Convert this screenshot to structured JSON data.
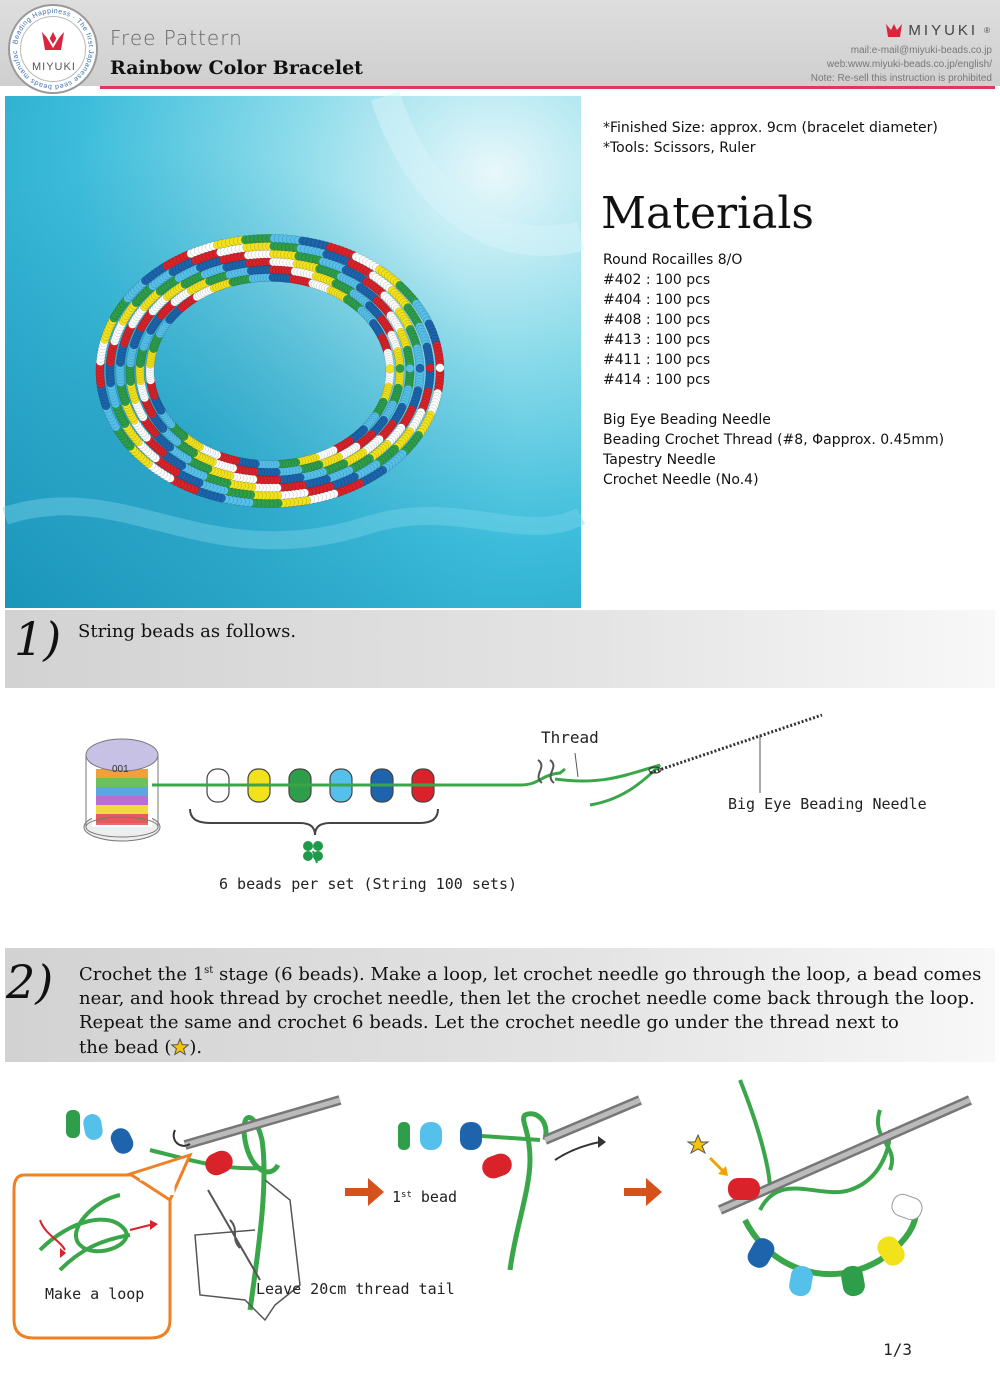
{
  "header": {
    "logo_text": "MIYUKI",
    "seal_ring_text": "Beading Happiness · The first Japanese seed beads manufacturer",
    "series": "Free Pattern",
    "title": "Rainbow Color Bracelet",
    "brand": "MIYUKI",
    "brand_mark": "®",
    "mail": "mail:e-mail@miyuki-beads.co.jp",
    "web": "web:www.miyuki-beads.co.jp/english/",
    "note": "Note: Re-sell this instruction is prohibited"
  },
  "specs": {
    "finished_size": "*Finished Size: approx. 9cm (bracelet diameter)",
    "tools": "*Tools: Scissors, Ruler"
  },
  "materials": {
    "heading": "Materials",
    "bead_type": "Round Rocailles 8/O",
    "beads": [
      "#402 : 100 pcs",
      "#404 : 100 pcs",
      "#408 : 100 pcs",
      "#413 : 100 pcs",
      "#411 : 100 pcs",
      "#414 : 100 pcs"
    ],
    "other": [
      "Big Eye Beading Needle",
      "Beading Crochet Thread (#8, Φapprox. 0.45mm)",
      "Tapestry Needle",
      "Crochet Needle (No.4)"
    ]
  },
  "step1": {
    "number": "1)",
    "text": "String beads as follows.",
    "spool_label": "001",
    "thread_label": "Thread",
    "needle_label": "Big Eye Beading Needle",
    "set_label": "6 beads per set (String 100 sets)",
    "bead_colors": [
      "#ffffff",
      "#f2e21b",
      "#2e9e4a",
      "#55c0ea",
      "#1d64ad",
      "#d9222a"
    ]
  },
  "step2": {
    "number": "2)",
    "line1_pre": "Crochet the 1",
    "line1_sup": "st",
    "line1_post": " stage (6 beads). Make a loop, let crochet needle go through the loop, a bead comes",
    "line2": "near, and hook thread by crochet needle, then let the crochet needle come back through the loop.",
    "line3": "Repeat the same and crochet 6 beads. Let the crochet needle go under the thread next to",
    "line4_pre": "the bead (",
    "line4_post": ").",
    "loop_label": "Make a loop",
    "tail_label": "Leave 20cm thread tail",
    "first_bead_sup": "st",
    "first_bead_pre": "1",
    "first_bead_post": " bead"
  },
  "footer": {
    "page": "1/3"
  }
}
